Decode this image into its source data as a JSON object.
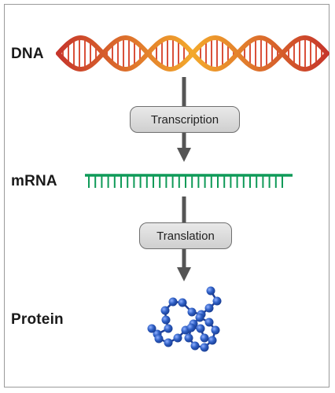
{
  "stages": {
    "dna_label": "DNA",
    "mrna_label": "mRNA",
    "protein_label": "Protein"
  },
  "processes": {
    "transcription": "Transcription",
    "translation": "Translation"
  },
  "colors": {
    "dna_strand_dark": "#c6362b",
    "dna_strand_light": "#f3a92c",
    "dna_rungs": "#d9503a",
    "mrna": "#0f9a58",
    "protein_bead": "#2f5fc4",
    "protein_link": "#1e3f98",
    "arrow": "#555555",
    "frame": "#9a9a9a"
  }
}
